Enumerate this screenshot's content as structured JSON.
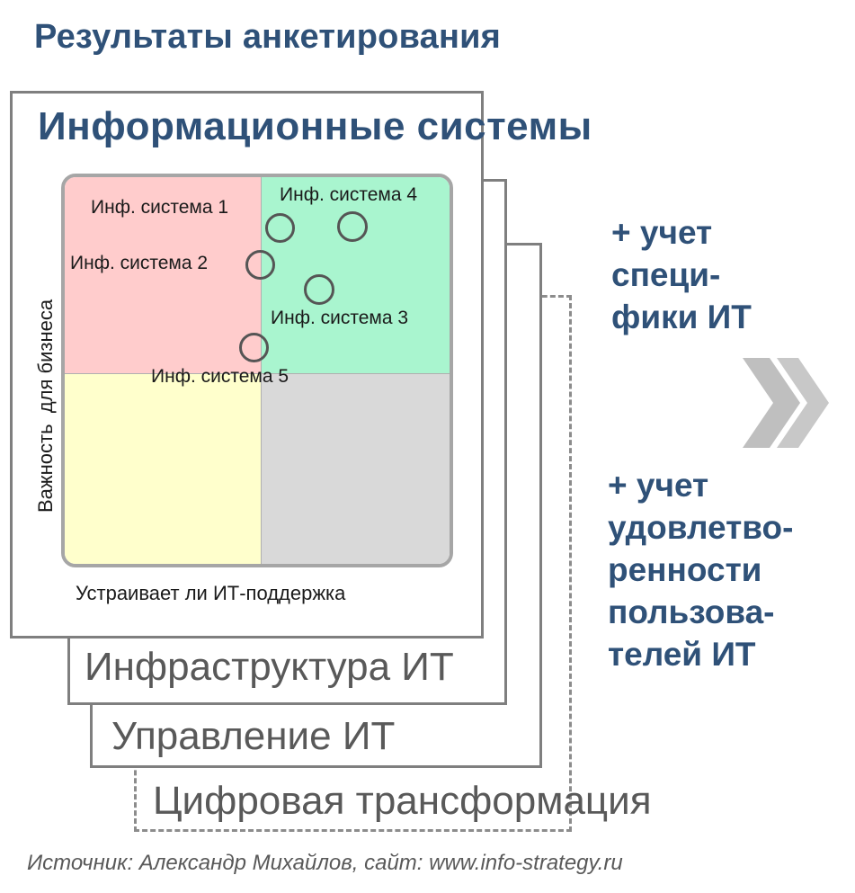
{
  "title": "Результаты анкетирования",
  "cards": {
    "main_title": "Информационные системы",
    "infrastructure": "Инфраструктура ИТ",
    "management": "Управление ИТ",
    "digital": "Цифровая трансформация"
  },
  "matrix": {
    "y_label": "Важность  для бизнеса",
    "x_label": "Устраивает ли ИТ-поддержка",
    "quadrant_colors": {
      "top_left": "#ffcccc",
      "top_right": "#a9f5cf",
      "bottom_left": "#ffffcc",
      "bottom_right": "#d9d9d9"
    },
    "points": [
      {
        "label": "Инф. система 1"
      },
      {
        "label": "Инф. система 2"
      },
      {
        "label": "Инф. система 3"
      },
      {
        "label": "Инф. система 4"
      },
      {
        "label": "Инф. система 5"
      }
    ]
  },
  "notes": {
    "specifics": [
      "+ учет",
      "специ-",
      "фики ИТ"
    ],
    "satisfaction": [
      "+ учет",
      "удовлетво-",
      "ренности",
      "пользова-",
      "телей ИТ"
    ]
  },
  "arrow_icon": "double-chevron-right-icon",
  "source": "Источник: Александр Михайлов, сайт: www.info-strategy.ru",
  "accent_color": "#2f5178"
}
